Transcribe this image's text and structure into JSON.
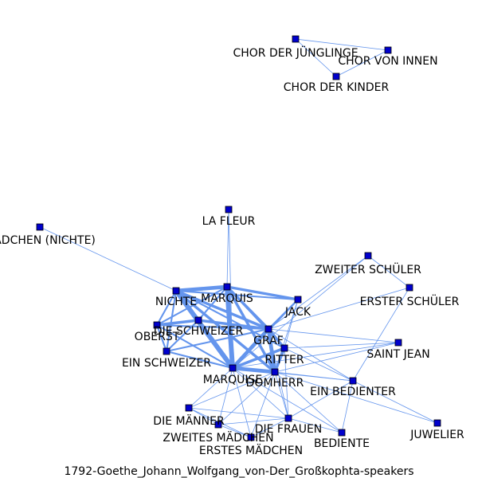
{
  "caption": "1792-Goethe_Johann_Wolfgang_von-Der_Großkophta-speakers",
  "colors": {
    "edge": "#6495ED",
    "node_fill": "#0000CD",
    "node_stroke": "#000000",
    "text": "#000000"
  },
  "nodes": [
    {
      "id": "chor-der-junglinge",
      "label": "CHOR DER JÜNGLINGE"
    },
    {
      "id": "chor-von-innen",
      "label": "CHOR VON INNEN"
    },
    {
      "id": "chor-der-kinder",
      "label": "CHOR DER KINDER"
    },
    {
      "id": "la-fleur",
      "label": "LA FLEUR"
    },
    {
      "id": "madchen-nichte",
      "label": "MÄDCHEN (NICHTE)"
    },
    {
      "id": "zweiter-schuler",
      "label": "ZWEITER SCHÜLER"
    },
    {
      "id": "erster-schuler",
      "label": "ERSTER SCHÜLER"
    },
    {
      "id": "nichte",
      "label": "NICHTE"
    },
    {
      "id": "marquis",
      "label": "MARQUIS"
    },
    {
      "id": "jack",
      "label": "JACK"
    },
    {
      "id": "die-schweizer",
      "label": "DIE SCHWEIZER"
    },
    {
      "id": "oberst",
      "label": "OBERST"
    },
    {
      "id": "graf",
      "label": "GRAF"
    },
    {
      "id": "ritter",
      "label": "RITTER"
    },
    {
      "id": "ein-schweizer",
      "label": "EIN SCHWEIZER"
    },
    {
      "id": "saint-jean",
      "label": "SAINT JEAN"
    },
    {
      "id": "marquise",
      "label": "MARQUISE"
    },
    {
      "id": "domherr",
      "label": "DOMHERR"
    },
    {
      "id": "ein-bedienter",
      "label": "EIN BEDIENTER"
    },
    {
      "id": "die-manner",
      "label": "DIE MÄNNER"
    },
    {
      "id": "die-frauen",
      "label": "DIE FRAUEN"
    },
    {
      "id": "zweites-madchen",
      "label": "ZWEITES MÄDCHEN"
    },
    {
      "id": "juwelier",
      "label": "JUWELIER"
    },
    {
      "id": "bediente",
      "label": "BEDIENTE"
    },
    {
      "id": "erstes-madchen",
      "label": "ERSTES MÄDCHEN"
    }
  ],
  "edges": [
    [
      "chor-der-junglinge",
      "chor-von-innen",
      1
    ],
    [
      "chor-der-junglinge",
      "chor-der-kinder",
      1
    ],
    [
      "chor-von-innen",
      "chor-der-kinder",
      1
    ],
    [
      "madchen-nichte",
      "nichte",
      1
    ],
    [
      "la-fleur",
      "marquis",
      1
    ],
    [
      "la-fleur",
      "marquise",
      1
    ],
    [
      "nichte",
      "marquis",
      4
    ],
    [
      "nichte",
      "marquise",
      5
    ],
    [
      "nichte",
      "graf",
      3
    ],
    [
      "nichte",
      "die-schweizer",
      3
    ],
    [
      "nichte",
      "oberst",
      2
    ],
    [
      "nichte",
      "ein-schweizer",
      2
    ],
    [
      "nichte",
      "domherr",
      3
    ],
    [
      "nichte",
      "ritter",
      2
    ],
    [
      "nichte",
      "jack",
      2
    ],
    [
      "marquis",
      "jack",
      3
    ],
    [
      "marquis",
      "graf",
      3
    ],
    [
      "marquis",
      "marquise",
      5
    ],
    [
      "marquis",
      "domherr",
      3
    ],
    [
      "marquis",
      "ritter",
      2
    ],
    [
      "marquis",
      "die-schweizer",
      2
    ],
    [
      "marquis",
      "oberst",
      2
    ],
    [
      "jack",
      "graf",
      2
    ],
    [
      "jack",
      "marquise",
      2
    ],
    [
      "jack",
      "domherr",
      1
    ],
    [
      "jack",
      "ritter",
      1
    ],
    [
      "die-schweizer",
      "oberst",
      3
    ],
    [
      "die-schweizer",
      "ein-schweizer",
      2
    ],
    [
      "die-schweizer",
      "graf",
      3
    ],
    [
      "die-schweizer",
      "marquise",
      3
    ],
    [
      "oberst",
      "graf",
      2
    ],
    [
      "oberst",
      "ein-schweizer",
      2
    ],
    [
      "oberst",
      "marquise",
      2
    ],
    [
      "graf",
      "ritter",
      3
    ],
    [
      "graf",
      "marquise",
      4
    ],
    [
      "graf",
      "domherr",
      4
    ],
    [
      "graf",
      "ein-bedienter",
      1
    ],
    [
      "graf",
      "saint-jean",
      1
    ],
    [
      "graf",
      "zweiter-schuler",
      1
    ],
    [
      "graf",
      "erster-schuler",
      1
    ],
    [
      "graf",
      "die-frauen",
      1
    ],
    [
      "ritter",
      "marquise",
      3
    ],
    [
      "ritter",
      "domherr",
      3
    ],
    [
      "ritter",
      "saint-jean",
      1
    ],
    [
      "ritter",
      "ein-bedienter",
      1
    ],
    [
      "ein-schweizer",
      "marquise",
      2
    ],
    [
      "ein-schweizer",
      "graf",
      2
    ],
    [
      "marquise",
      "domherr",
      4
    ],
    [
      "marquise",
      "ein-bedienter",
      1
    ],
    [
      "marquise",
      "die-manner",
      1
    ],
    [
      "marquise",
      "die-frauen",
      1
    ],
    [
      "marquise",
      "zweites-madchen",
      1
    ],
    [
      "marquise",
      "erstes-madchen",
      1
    ],
    [
      "marquise",
      "bediente",
      1
    ],
    [
      "domherr",
      "ein-bedienter",
      1
    ],
    [
      "domherr",
      "die-manner",
      1
    ],
    [
      "domherr",
      "die-frauen",
      1
    ],
    [
      "domherr",
      "zweites-madchen",
      1
    ],
    [
      "domherr",
      "erstes-madchen",
      1
    ],
    [
      "domherr",
      "bediente",
      1
    ],
    [
      "domherr",
      "juwelier",
      1
    ],
    [
      "domherr",
      "saint-jean",
      1
    ],
    [
      "die-manner",
      "die-frauen",
      1
    ],
    [
      "die-manner",
      "zweites-madchen",
      1
    ],
    [
      "die-manner",
      "erstes-madchen",
      1
    ],
    [
      "die-frauen",
      "zweites-madchen",
      1
    ],
    [
      "die-frauen",
      "erstes-madchen",
      1
    ],
    [
      "die-frauen",
      "bediente",
      1
    ],
    [
      "zweites-madchen",
      "erstes-madchen",
      1
    ],
    [
      "zweiter-schuler",
      "erster-schuler",
      1
    ],
    [
      "zweiter-schuler",
      "marquise",
      1
    ],
    [
      "erster-schuler",
      "ein-bedienter",
      1
    ],
    [
      "ein-bedienter",
      "juwelier",
      1
    ],
    [
      "ein-bedienter",
      "bediente",
      1
    ],
    [
      "ein-bedienter",
      "die-frauen",
      1
    ],
    [
      "saint-jean",
      "marquise",
      1
    ],
    [
      "ritter",
      "die-frauen",
      1
    ]
  ]
}
